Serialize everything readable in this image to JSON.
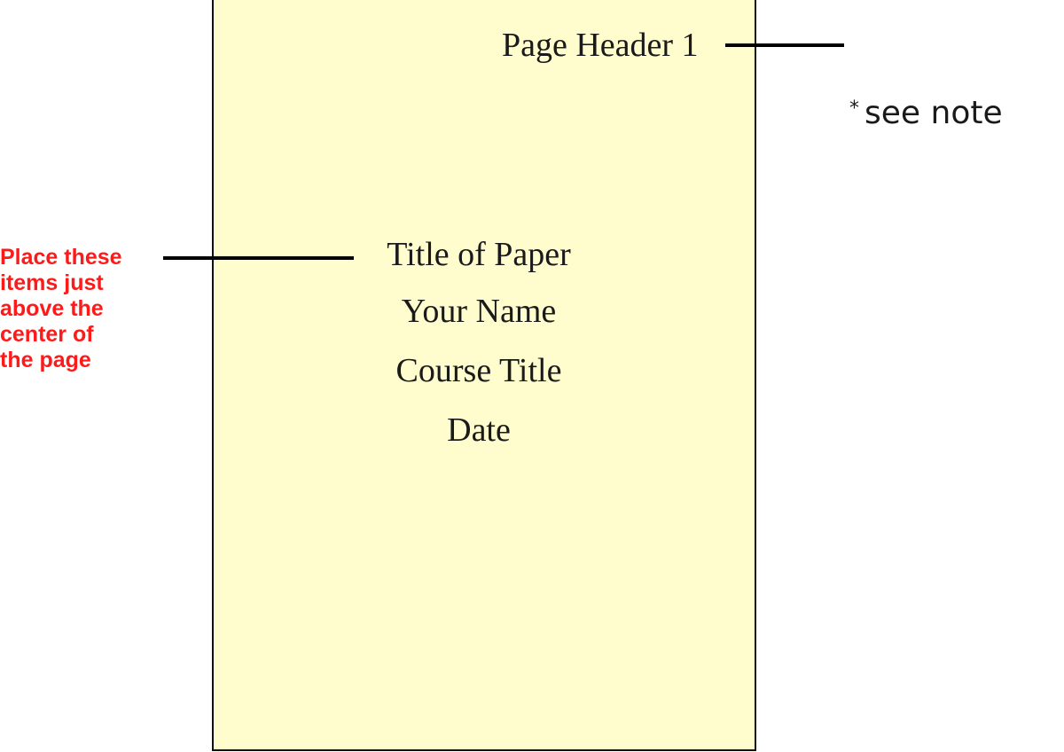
{
  "page": {
    "header": "Page Header 1",
    "title_block": [
      "Title of Paper",
      "Your Name",
      "Course Title",
      "Date"
    ]
  },
  "annotations": {
    "note": {
      "marker": "*",
      "text": "see note"
    },
    "center_instruction": {
      "lines": [
        "Place these",
        "items just",
        "above the",
        "center of",
        "the page"
      ]
    }
  },
  "colors": {
    "page_fill": "#fffdcd",
    "page_border": "#111111",
    "annotation_red": "#ff1a1a",
    "text": "#1a1a1a"
  }
}
